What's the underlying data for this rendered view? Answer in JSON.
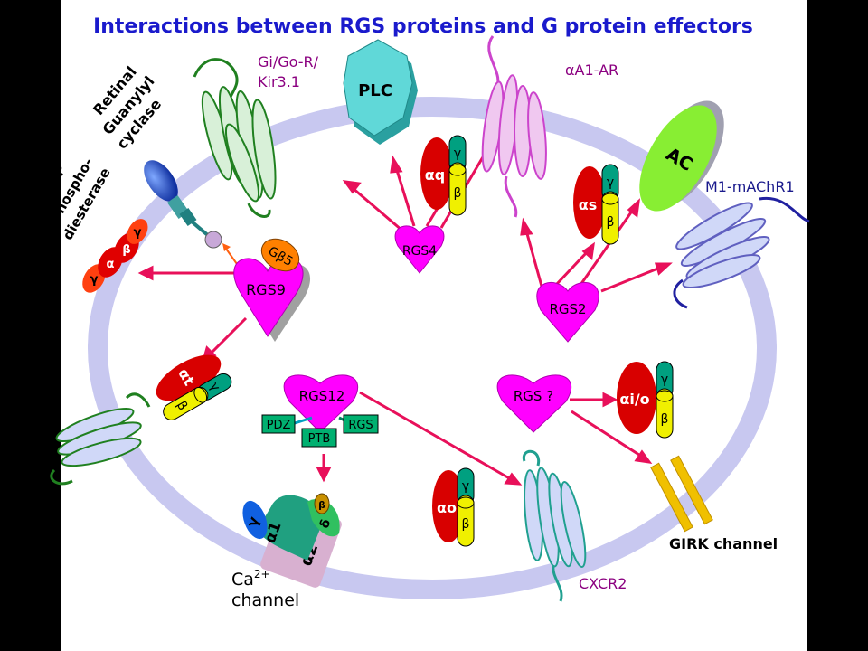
{
  "title": "Interactions between RGS proteins and G protein effectors",
  "colors": {
    "background": "#ffffff",
    "frame": "#000000",
    "title": "#1a1acc",
    "membrane": "#c8c8f0",
    "rgs": "#ff00ff",
    "arrow": "#e8105a",
    "galpha": "#d80000",
    "gbeta": "#f0f000",
    "ggamma": "#00a080",
    "label_purple": "#8b0080",
    "plc": "#40c8c8",
    "ac": "#88ee33",
    "pdz_box": "#00b070"
  },
  "labels": {
    "gi_go_r": "Gi/Go-R/",
    "kir": "Kir3.1",
    "plc": "PLC",
    "aa1_ar": "αA1-AR",
    "ac": "AC",
    "m1": "M1-mAChR1",
    "retinal": "Retinal",
    "guanylyl": "Guanylyl",
    "cyclase": "cyclase",
    "cgmp": "cGMP",
    "phospho": "Phospho-",
    "diesterase": "diesterase",
    "gb5": "Gβ5",
    "girk": "GIRK channel",
    "cxcr2": "CXCR2",
    "ca_line1": "Ca",
    "ca_sup": "2+",
    "ca_line2": "channel"
  },
  "rgs": {
    "rgs4": "RGS4",
    "rgs2": "RGS2",
    "rgs9": "RGS9",
    "rgs12": "RGS12",
    "rgs_q": "RGS ?"
  },
  "domains": {
    "pdz": "PDZ",
    "ptb": "PTB",
    "rgs": "RGS"
  },
  "gproteins": {
    "aq": "αq",
    "as": "αs",
    "at": "αt",
    "aio": "αi/o",
    "ao": "αo",
    "gamma": "γ",
    "beta": "β"
  },
  "pde_subunits": {
    "gamma": "γ",
    "alpha": "α",
    "beta": "β"
  },
  "ca_subunits": {
    "gamma": "γ",
    "a1": "α1",
    "a2": "α2",
    "delta": "δ",
    "beta": "β"
  }
}
